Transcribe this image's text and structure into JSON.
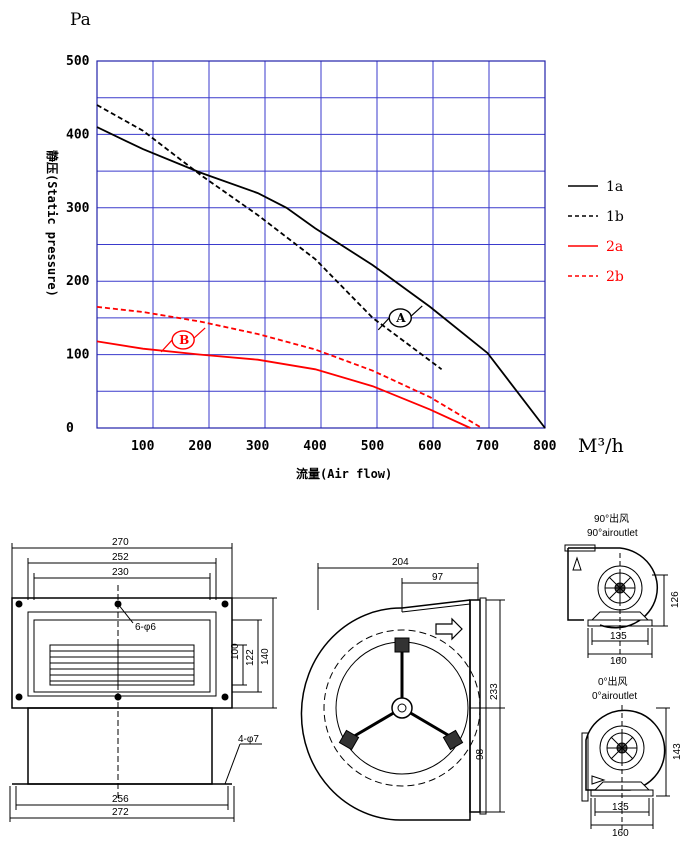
{
  "chart_data": {
    "type": "line",
    "y_unit": "Pa",
    "x_unit": "M³/h",
    "ylabel": "静压(Static pressure)",
    "xlabel": "流量(Air flow)",
    "xlim": [
      20,
      800
    ],
    "ylim": [
      0,
      500
    ],
    "x_ticks": [
      100,
      200,
      300,
      400,
      500,
      600,
      700,
      800
    ],
    "y_ticks": [
      0,
      100,
      200,
      300,
      400,
      500
    ],
    "grid": true,
    "legend_position": "right",
    "series": [
      {
        "name": "1a",
        "color": "#000000",
        "dash": "solid",
        "points": [
          [
            20,
            410
          ],
          [
            100,
            380
          ],
          [
            200,
            348
          ],
          [
            300,
            320
          ],
          [
            350,
            300
          ],
          [
            400,
            272
          ],
          [
            500,
            222
          ],
          [
            600,
            165
          ],
          [
            700,
            102
          ],
          [
            800,
            0
          ]
        ]
      },
      {
        "name": "1b",
        "color": "#000000",
        "dash": "dashed",
        "points": [
          [
            20,
            440
          ],
          [
            100,
            405
          ],
          [
            200,
            345
          ],
          [
            300,
            290
          ],
          [
            400,
            230
          ],
          [
            500,
            150
          ],
          [
            620,
            80
          ]
        ]
      },
      {
        "name": "2a",
        "color": "#ff0000",
        "dash": "solid",
        "points": [
          [
            20,
            118
          ],
          [
            100,
            108
          ],
          [
            200,
            100
          ],
          [
            300,
            93
          ],
          [
            400,
            80
          ],
          [
            500,
            57
          ],
          [
            600,
            25
          ],
          [
            670,
            0
          ]
        ]
      },
      {
        "name": "2b",
        "color": "#ff0000",
        "dash": "dashed",
        "points": [
          [
            20,
            165
          ],
          [
            100,
            158
          ],
          [
            200,
            145
          ],
          [
            300,
            128
          ],
          [
            400,
            107
          ],
          [
            500,
            78
          ],
          [
            600,
            42
          ],
          [
            690,
            0
          ]
        ]
      }
    ],
    "annotations": [
      {
        "text": "A",
        "x": 548,
        "y": 150,
        "color": "#000000"
      },
      {
        "text": "B",
        "x": 170,
        "y": 120,
        "color": "#ff0000"
      }
    ]
  },
  "drawing": {
    "front": {
      "overall_top": "270",
      "top_2": "252",
      "top_3": "230",
      "holes": "6-φ6",
      "h_100": "100",
      "h_122": "122",
      "h_140": "140",
      "bottom_holes": "4-φ7",
      "bottom_1": "256",
      "bottom_2": "272"
    },
    "side": {
      "width": "204",
      "offset": "97",
      "height": "233",
      "lower": "98"
    },
    "outlet90": {
      "title_cn": "90°出风",
      "title_en": "90°airoutlet",
      "height": "126",
      "w1": "135",
      "w2": "160"
    },
    "outlet0": {
      "title_cn": "0°出风",
      "title_en": "0°airoutlet",
      "height": "143",
      "w1": "135",
      "w2": "160"
    }
  }
}
